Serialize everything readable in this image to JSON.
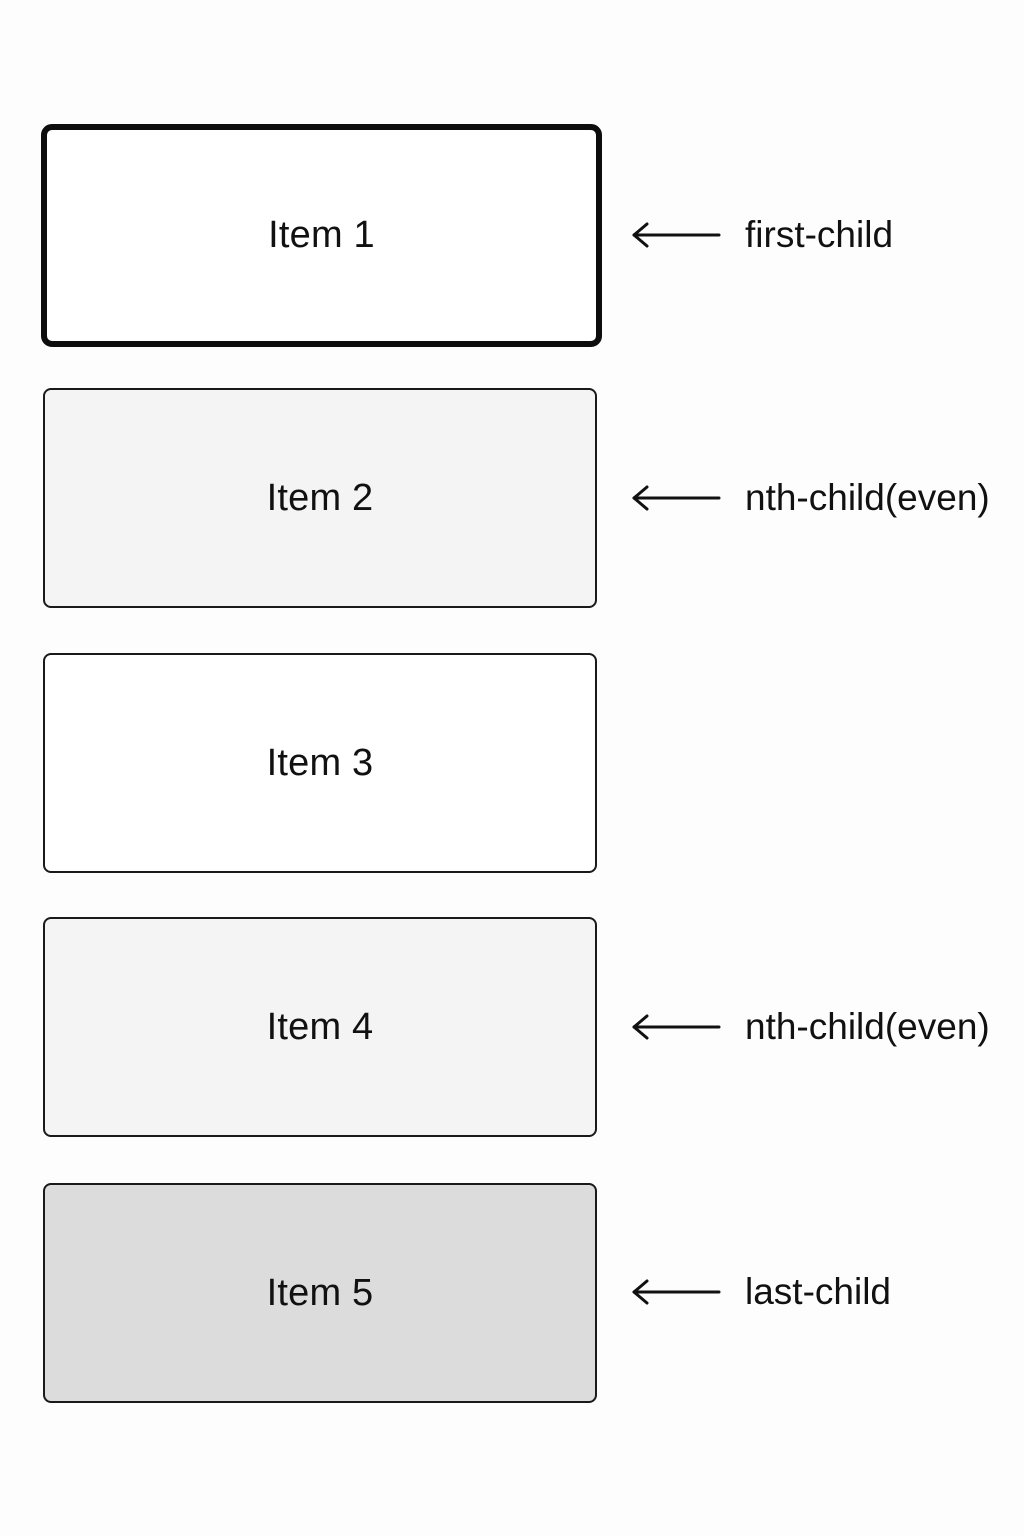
{
  "items": [
    {
      "label": "Item 1"
    },
    {
      "label": "Item 2"
    },
    {
      "label": "Item 3"
    },
    {
      "label": "Item 4"
    },
    {
      "label": "Item 5"
    }
  ],
  "annotations": [
    {
      "label": "first-child",
      "icon": "arrow-left-icon"
    },
    {
      "label": "nth-child(even)",
      "icon": "arrow-left-icon"
    },
    {
      "label": "nth-child(even)",
      "icon": "arrow-left-icon"
    },
    {
      "label": "last-child",
      "icon": "arrow-left-icon"
    }
  ]
}
